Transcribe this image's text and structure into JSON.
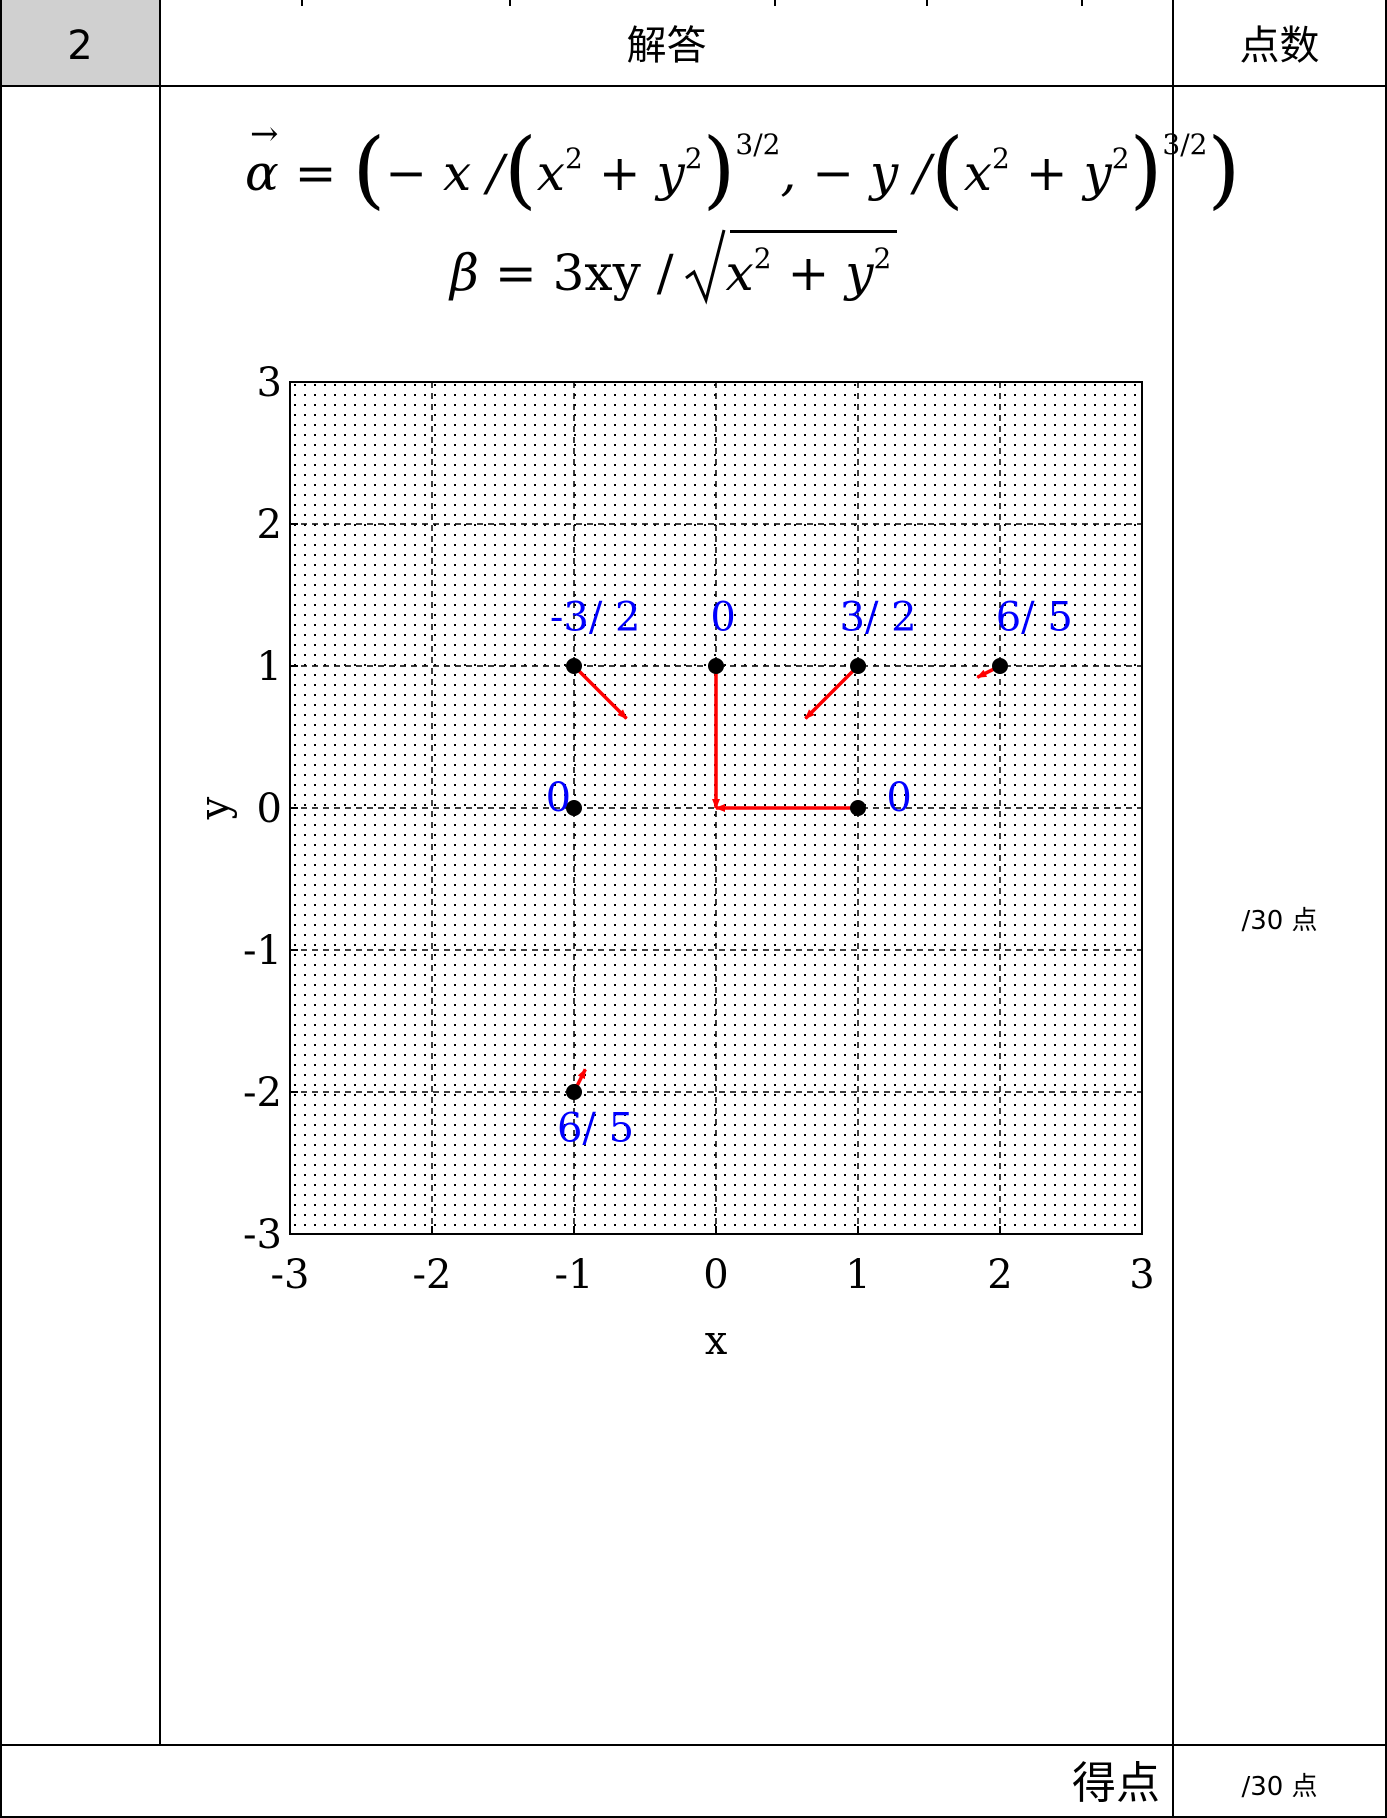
{
  "header": {
    "number": "2",
    "answer": "解答",
    "points": "点数"
  },
  "equations": {
    "alpha": {
      "lhs": "α",
      "eq": "=",
      "t1": "− x /",
      "t2": "x",
      "s1": "2",
      "plus1": "+ y",
      "s2": "2",
      "e1": "3/2",
      "comma": ", − y /",
      "t3": "x",
      "s3": "2",
      "plus2": "+ y",
      "s4": "2",
      "e2": "3/2"
    },
    "beta": {
      "lhs": "β",
      "eq": "= 3xy /",
      "x": "x",
      "s1": "2",
      "plus": "+ y",
      "s2": "2"
    }
  },
  "score_cell": "/30 点",
  "footer": {
    "label": "得点",
    "score": "/30 点"
  },
  "chart_data": {
    "type": "scatter",
    "xlabel": "x",
    "ylabel": "y",
    "xlim": [
      -3,
      3
    ],
    "ylim": [
      -3,
      3
    ],
    "xticks": [
      "-3",
      "-2",
      "-1",
      "0",
      "1",
      "2",
      "3"
    ],
    "yticks": [
      "-3",
      "-2",
      "-1",
      "0",
      "1",
      "2",
      "3"
    ],
    "grid": true,
    "colors": {
      "point": "#000000",
      "arrow": "#ff0000",
      "label": "#0000ff"
    },
    "points": [
      {
        "x": -1,
        "y": 1,
        "dx": 0.37,
        "dy": -0.37,
        "label": "-3/   2",
        "lx": -1.17,
        "ly": 1.25
      },
      {
        "x": 0,
        "y": 1,
        "dx": 0,
        "dy": -1,
        "label": "0",
        "lx": -0.04,
        "ly": 1.25
      },
      {
        "x": 1,
        "y": 1,
        "dx": -0.37,
        "dy": -0.37,
        "label": "3/   2",
        "lx": 0.87,
        "ly": 1.25
      },
      {
        "x": 2,
        "y": 1,
        "dx": -0.16,
        "dy": -0.08,
        "label": "6/   5",
        "lx": 1.97,
        "ly": 1.25
      },
      {
        "x": -1,
        "y": 0,
        "dx": 0,
        "dy": 0,
        "label": "0",
        "lx": -1.2,
        "ly": -0.02
      },
      {
        "x": 1,
        "y": 0,
        "dx": -1,
        "dy": 0,
        "label": "0",
        "lx": 1.2,
        "ly": -0.02
      },
      {
        "x": -1,
        "y": -2,
        "dx": 0.08,
        "dy": 0.16,
        "label": "6/   5",
        "lx": -1.12,
        "ly": -2.35
      }
    ]
  }
}
